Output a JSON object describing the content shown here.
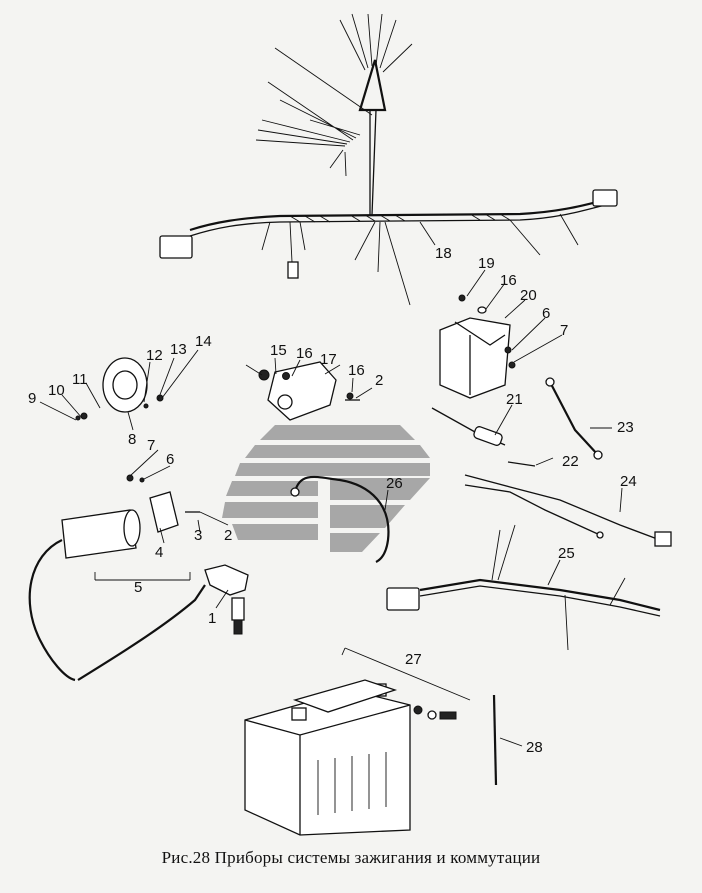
{
  "figure": {
    "caption": "Рис.28  Приборы системы зажигания и коммутации",
    "watermark_icon": "stylized-chevron-logo",
    "callouts": [
      "1",
      "2",
      "2",
      "3",
      "4",
      "5",
      "6",
      "6",
      "7",
      "7",
      "8",
      "9",
      "10",
      "11",
      "12",
      "13",
      "14",
      "15",
      "16",
      "16",
      "16",
      "17",
      "18",
      "19",
      "20",
      "21",
      "22",
      "23",
      "24",
      "25",
      "26",
      "27",
      "28"
    ]
  }
}
